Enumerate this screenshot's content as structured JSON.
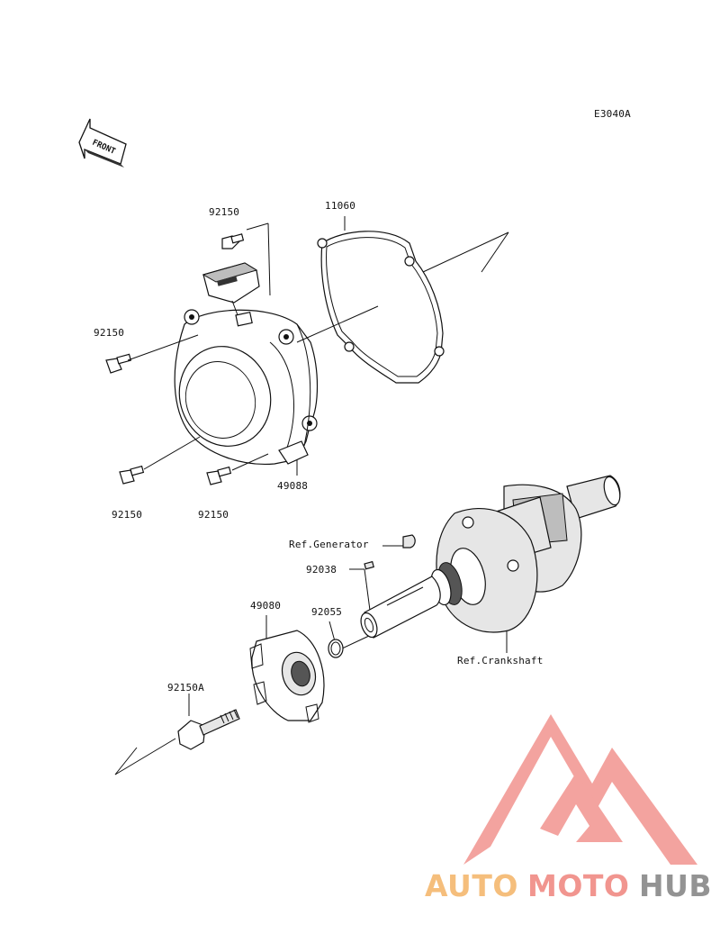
{
  "diagram": {
    "code": "E3040A",
    "front_marker": "FRONT",
    "labels": {
      "p92150_top": "92150",
      "p11060": "11060",
      "p92150_left": "92150",
      "p49088": "49088",
      "p92150_bl": "92150",
      "p92150_bm": "92150",
      "ref_generator": "Ref.Generator",
      "p92038": "92038",
      "p92055": "92055",
      "p49080": "49080",
      "ref_crankshaft": "Ref.Crankshaft",
      "p92150A": "92150A"
    }
  },
  "watermark": {
    "word_1": "AUTO",
    "word_2": "MOTO",
    "word_3": "HUB",
    "colors": {
      "auto": "#f5b971",
      "moto": "#f08d86",
      "hub": "#8a8a8a",
      "triangle": "#f29c97"
    }
  }
}
